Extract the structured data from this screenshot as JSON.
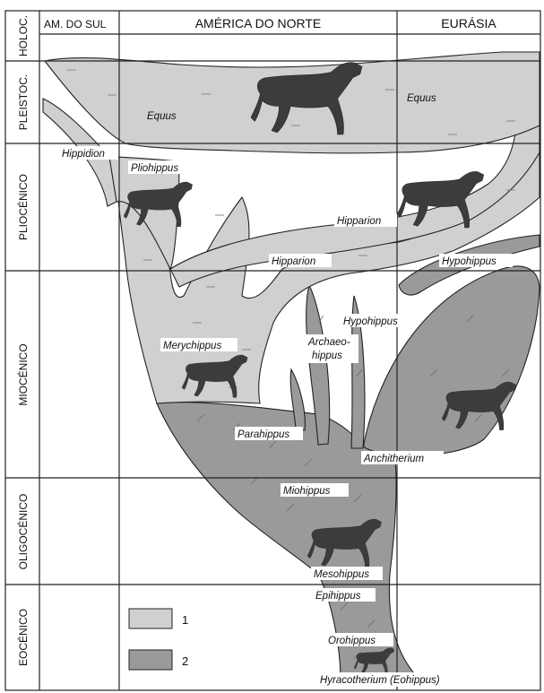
{
  "columns": {
    "south_america": "AM. DO SUL",
    "north_america": "AMÉRICA DO NORTE",
    "eurasia": "EURÁSIA"
  },
  "epochs": {
    "holocene": "HOLOC.",
    "pleistocene": "PLEISTOC.",
    "pliocene": "PLIOCÉNICO",
    "miocene": "MIOCÉNICO",
    "oligocene": "OLIGOCÉNICO",
    "eocene": "EOCÉNICO"
  },
  "taxa": {
    "equus_na": "Equus",
    "equus_eu": "Equus",
    "hippidion": "Hippidion",
    "pliohippus": "Pliohippus",
    "hipparion_eu": "Hipparion",
    "hipparion_na": "Hipparion",
    "hypohippus_eu": "Hypohippus",
    "hypohippus_na": "Hypohippus",
    "archaeohippus_1": "Archaeo-",
    "archaeohippus_2": "hippus",
    "merychippus": "Merychippus",
    "parahippus": "Parahippus",
    "anchitherium": "Anchitherium",
    "miohippus": "Miohippus",
    "mesohippus": "Mesohippus",
    "epihippus": "Epihippus",
    "orohippus": "Orohippus",
    "hyracotherium": "Hyracotherium (Eohippus)"
  },
  "legend": {
    "light_label": "1",
    "dark_label": "2",
    "light_color": "#d0d0d0",
    "dark_color": "#9a9a9a"
  },
  "icons": [
    "horse-silhouette-icon"
  ]
}
